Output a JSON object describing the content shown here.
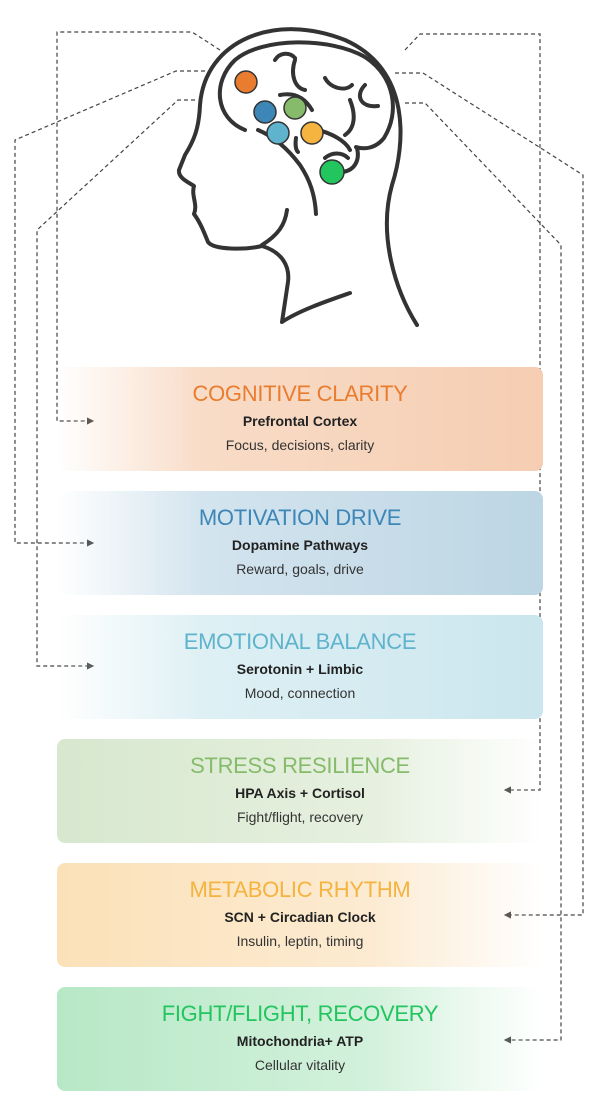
{
  "colors": {
    "cognitive": "#e97c2f",
    "motivation": "#3d86b8",
    "emotional": "#5fb3cc",
    "stress": "#86bb6b",
    "metabolic": "#f5b33f",
    "fight": "#22c55e"
  },
  "cards": [
    {
      "title": "COGNITIVE CLARITY",
      "subtitle": "Prefrontal Cortex",
      "description": "Focus, decisions, clarity"
    },
    {
      "title": "MOTIVATION DRIVE",
      "subtitle": "Dopamine Pathways",
      "description": "Reward, goals, drive"
    },
    {
      "title": "EMOTIONAL BALANCE",
      "subtitle": "Serotonin + Limbic",
      "description": "Mood, connection"
    },
    {
      "title": "STRESS RESILIENCE",
      "subtitle": "HPA Axis + Cortisol",
      "description": "Fight/flight, recovery"
    },
    {
      "title": "METABOLIC RHYTHM",
      "subtitle": "SCN + Circadian Clock",
      "description": "Insulin, leptin, timing"
    },
    {
      "title": "FIGHT/FLIGHT, RECOVERY",
      "subtitle": "Mitochondria+ ATP",
      "description": "Cellular vitality"
    }
  ]
}
